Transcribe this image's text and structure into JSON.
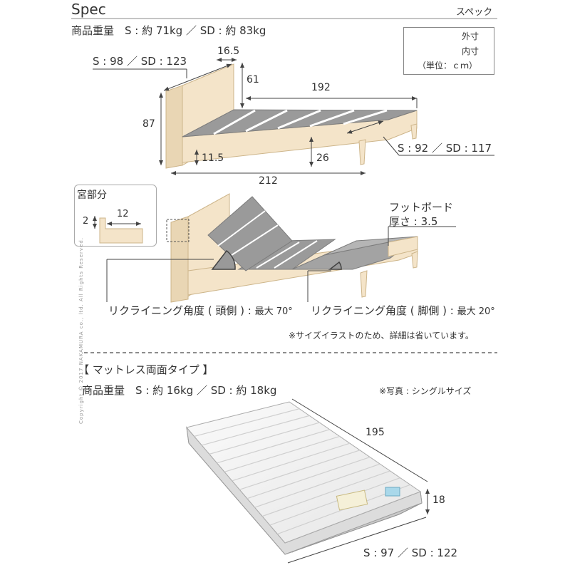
{
  "header": {
    "title": "Spec",
    "title_jp": "スペック"
  },
  "bed_frame": {
    "weight": "商品重量　S : 約 71kg ／ SD : 約 83kg",
    "headboard_width": "S : 98 ／ SD : 123",
    "headboard_thickness": "16.5",
    "headboard_height": "61",
    "inner_length": "192",
    "total_height": "87",
    "inner_width": "S : 92 ／ SD : 117",
    "leg_height": "11.5",
    "frame_height": "26",
    "total_length": "212"
  },
  "legend": {
    "outer": "外寸",
    "inner": "内寸",
    "unit": "（単位：ｃｍ）"
  },
  "shelf": {
    "label": "宮部分",
    "height": "2",
    "depth": "12"
  },
  "reclining": {
    "footboard_label": "フットボード",
    "footboard_thickness": "厚さ : 3.5",
    "head_angle_label": "リクライニング角度 ( 頭側 ) : ",
    "head_angle_value": "最大 70°",
    "foot_angle_label": "リクライニング角度 ( 脚側 ) : ",
    "foot_angle_value": "最大 20°",
    "note": "※サイズイラストのため、詳細は省いています。"
  },
  "mattress": {
    "section_title": "【 マットレス両面タイプ 】",
    "weight": "商品重量　S : 約 16kg ／ SD : 約 18kg",
    "photo_note": "※写真 : シングルサイズ",
    "length": "195",
    "thickness": "18",
    "width": "S : 97 ／ SD : 122"
  },
  "copyright": "Copyright © 2017 NAKAMURA co., ltd. All Rights Reserved.",
  "colors": {
    "wood": "#f4e4c9",
    "wood_edge": "#d8c39c",
    "slat": "#9a9a9a",
    "slat_edge": "#7c7c7c",
    "line": "#444444",
    "mattress": "#f1f1f1"
  }
}
